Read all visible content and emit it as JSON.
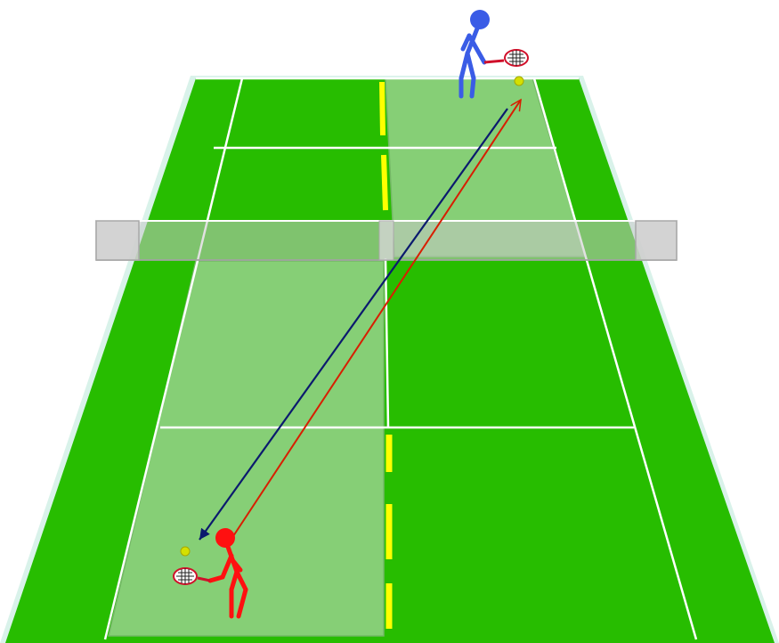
{
  "diagram": {
    "subject": "tennis-court-cross-court-rally",
    "colors": {
      "court": "#27bd00",
      "court_edge": "#cfeee6",
      "lines": "#ffffff",
      "target_zone": "#86cf76",
      "center_dashes": "#ffff00",
      "net_band": "#c8c8c8",
      "player_far": "#3a5ce6",
      "player_near": "#ff1010",
      "arrow_far_to_near": "#0b1a6e",
      "arrow_near_to_far": "#d81e00",
      "ball": "#d4e000"
    },
    "players": [
      {
        "id": "far-player",
        "color_key": "player_far",
        "holds": "racket"
      },
      {
        "id": "near-player",
        "color_key": "player_near",
        "holds": "racket"
      }
    ],
    "shots": [
      {
        "id": "shot-far-to-near",
        "from": "far-player",
        "to": "near-player"
      },
      {
        "id": "shot-near-to-far",
        "from": "near-player",
        "to": "far-player"
      }
    ]
  }
}
